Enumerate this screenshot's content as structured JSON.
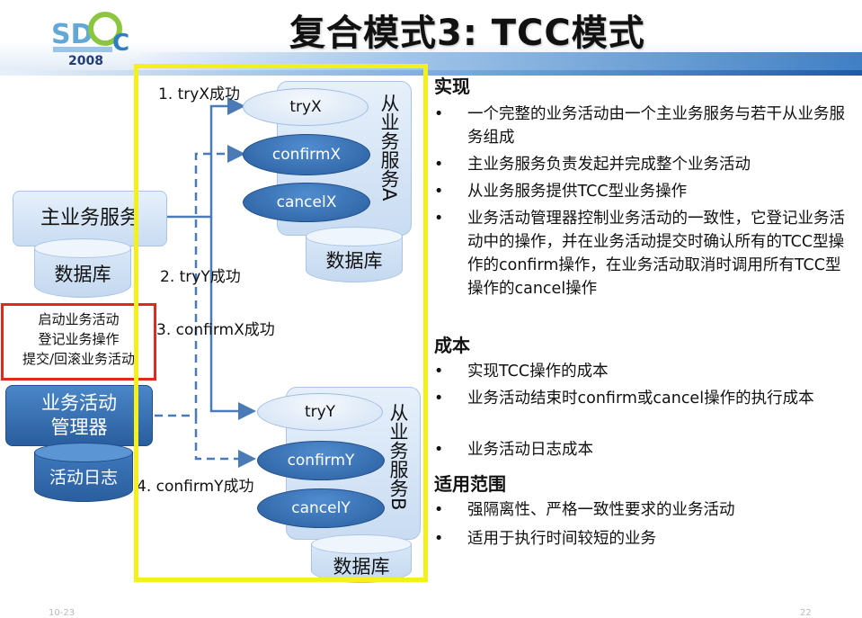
{
  "title": "复合模式3: TCC模式",
  "logo": {
    "year": "2008"
  },
  "diagram": {
    "main_service": "主业务服务",
    "main_db": "数据库",
    "activity_manager": "业务活动\n管理器",
    "activity_log": "活动日志",
    "red_box_lines": [
      "启动业务活动",
      "登记业务操作",
      "提交/回滚业务活动"
    ],
    "slave_a": {
      "label": "从业务服务A",
      "ops": [
        "tryX",
        "confirmX",
        "cancelX"
      ],
      "db": "数据库"
    },
    "slave_b": {
      "label": "从业务服务B",
      "ops": [
        "tryY",
        "confirmY",
        "cancelY"
      ],
      "db": "数据库"
    },
    "steps": [
      "1. tryX成功",
      "2. tryY成功",
      "3. confirmX成功",
      "4. confirmY成功"
    ]
  },
  "sections": [
    {
      "title": "实现",
      "bullets": [
        "一个完整的业务活动由一个主业务服务与若干从业务服务组成",
        "主业务服务负责发起并完成整个业务活动",
        "从业务服务提供TCC型业务操作",
        "业务活动管理器控制业务活动的一致性，它登记业务活动中的操作，并在业务活动提交时确认所有的TCC型操作的confirm操作，在业务活动取消时调用所有TCC型操作的cancel操作"
      ]
    },
    {
      "title": "成本",
      "bullets": [
        "实现TCC操作的成本",
        "业务活动结束时confirm或cancel操作的执行成本",
        "业务活动日志成本"
      ]
    },
    {
      "title": "适用范围",
      "bullets": [
        "强隔离性、严格一致性要求的业务活动",
        "适用于执行时间较短的业务"
      ]
    }
  ],
  "bullet_symbol": "•",
  "footer": {
    "left": "10-23",
    "right": "22"
  },
  "colors": {
    "highlight_frame": "#f4f01c",
    "red_frame": "#e12a1c",
    "arrow": "#4a7bb7",
    "dark_blue": "#2a5e9e",
    "light_blue": "#d2e2f4"
  }
}
